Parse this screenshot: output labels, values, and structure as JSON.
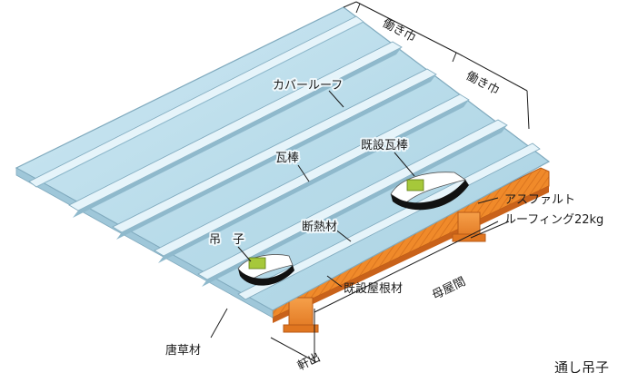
{
  "diagram": {
    "labels": {
      "cover_roof": "カバールーフ",
      "tile_rod": "瓦棒",
      "existing_tile_rod": "既設瓦棒",
      "hanger": "吊　子",
      "insulation": "断熱材",
      "asphalt_line1": "アスファルト",
      "asphalt_line2": "ルーフィング22kg",
      "existing_roof_material": "既設屋根材",
      "purlin_spacing": "母屋間",
      "karakusa": "唐草材",
      "eave_overhang": "軒出",
      "working_width_1": "働き巾",
      "working_width_2": "働き巾",
      "caption_fragment": "通し吊子"
    },
    "colors": {
      "roof_panel": "#b9dcea",
      "roof_highlight": "#e6f4fa",
      "roof_shadow": "#8fb9cc",
      "insulation": "#f08a2a",
      "insulation_dark": "#c9621a",
      "hanger": "#a6c83a",
      "existing_tile_rod": "#ffffff"
    }
  }
}
